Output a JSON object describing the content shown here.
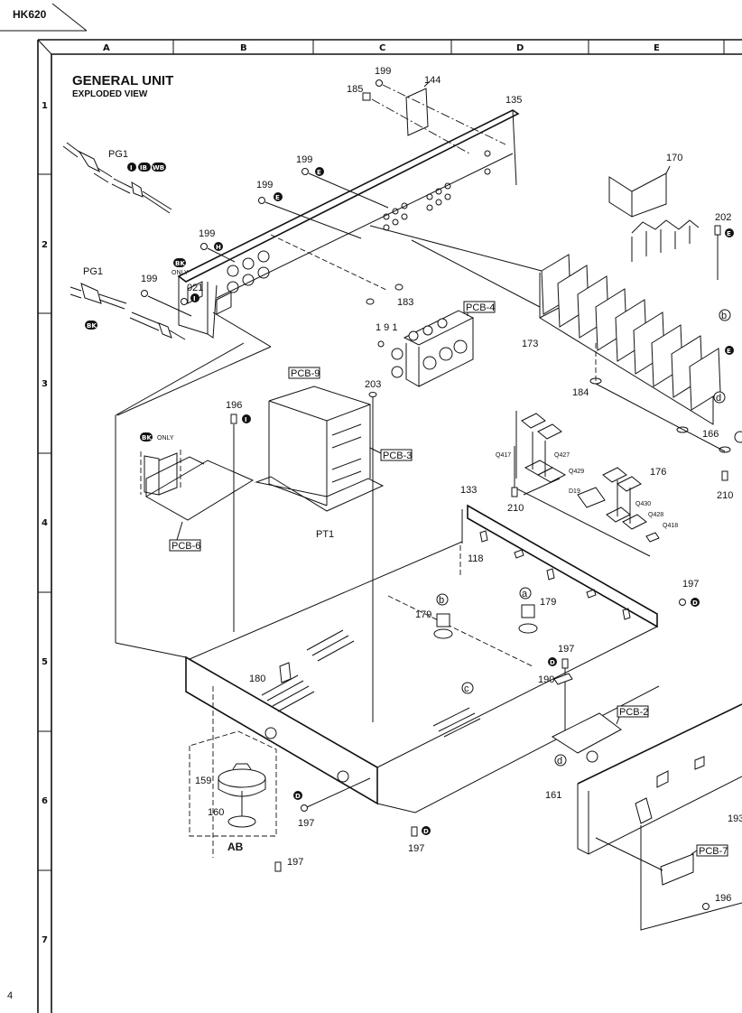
{
  "header": {
    "model": "HK620",
    "page_number": "4"
  },
  "title": {
    "main": "GENERAL UNIT",
    "sub": "EXPLODED VIEW"
  },
  "grid": {
    "columns": [
      "A",
      "B",
      "C",
      "D",
      "E"
    ],
    "rows": [
      "1",
      "2",
      "3",
      "4",
      "5",
      "6",
      "7"
    ]
  },
  "variant_badges": {
    "i": "I",
    "ib": "IB",
    "wb": "WB",
    "bk": "BK",
    "bk_only_note": "ONLY",
    "e": "E",
    "h": "H",
    "d": "D"
  },
  "circle_refs": {
    "a": "a",
    "b": "b",
    "c": "c",
    "d": "d"
  },
  "boxed_labels": {
    "pcb4": "PCB-4",
    "pcb9": "PCB-9",
    "pcb3": "PCB-3",
    "pcb6": "PCB-6",
    "pcb2": "PCB-2",
    "pcb7": "PCB-7"
  },
  "parts": {
    "p199a": "199",
    "p144": "144",
    "p185": "185",
    "p135": "135",
    "pg1a": "PG1",
    "p199b": "199",
    "p199c": "199",
    "p170": "170",
    "p199d": "199",
    "p202": "202",
    "pg1b": "PG1",
    "p199e": "199",
    "p021": "021",
    "p183": "183",
    "p191": "1 9 1",
    "p173": "173",
    "p203": "203",
    "p184": "184",
    "p196a": "196",
    "q417": "Q417",
    "q427": "Q427",
    "q429": "Q429",
    "p176": "176",
    "p166": "166",
    "d19": "D19",
    "q430": "Q430",
    "q428": "Q428",
    "q418": "Q418",
    "p133": "133",
    "p210a": "210",
    "p210b": "210",
    "pt1": "PT1",
    "p118": "118",
    "p197a": "197",
    "p179a": "179",
    "p179b": "179",
    "p197b": "197",
    "p190": "190",
    "p180": "180",
    "p159": "159",
    "p161": "161",
    "p160": "160",
    "p197c": "197",
    "p197d": "197",
    "p193": "193",
    "ab": "AB",
    "p197e": "197",
    "p196b": "196"
  }
}
